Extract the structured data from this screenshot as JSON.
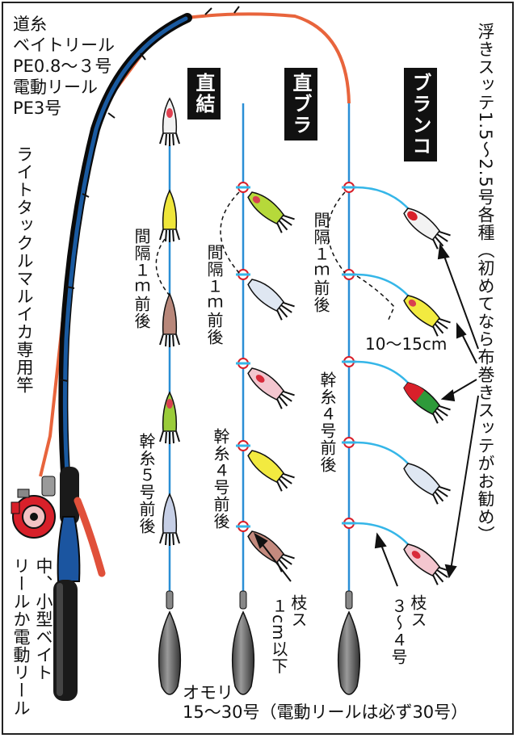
{
  "main_line_text": {
    "line1": "道糸",
    "line2": "ベイトリール",
    "line3": "PE0.8～３号",
    "line4": "電動リール",
    "line5": "PE3号"
  },
  "rod_text": "ライトタックルマルイカ専用竿",
  "reel_text": [
    "中、小型ベイト",
    "リールか電動リール"
  ],
  "rigs": [
    {
      "name": "直結",
      "spacing": "間隔１ｍ前後",
      "trunk": "幹糸５号前後"
    },
    {
      "name": "直ブラ",
      "spacing": "間隔１ｍ前後",
      "trunk": "幹糸４号前後",
      "branch_note": [
        "枝ス",
        "１cm以下"
      ]
    },
    {
      "name": "ブランコ",
      "spacing": "間隔１ｍ前後",
      "trunk": "幹糸４号前後",
      "branch_note": [
        "枝ス",
        "３～４号"
      ],
      "dropper_length": "10～15cm"
    }
  ],
  "float_sutte_text": [
    "浮きスッテ1.5～2.5号各種（初めてなら布巻きスッテがお勧め）"
  ],
  "sinker_text": {
    "line1": "オモリ",
    "line2": "15～30号（電動リールは必ず30号）"
  },
  "colors": {
    "rod_blue": "#0d3f7a",
    "line_orange": "#e8643c",
    "trunk_blue": "#2a8fd6",
    "branch_cyan": "#35b6e8",
    "reel_red": "#d8202a"
  }
}
